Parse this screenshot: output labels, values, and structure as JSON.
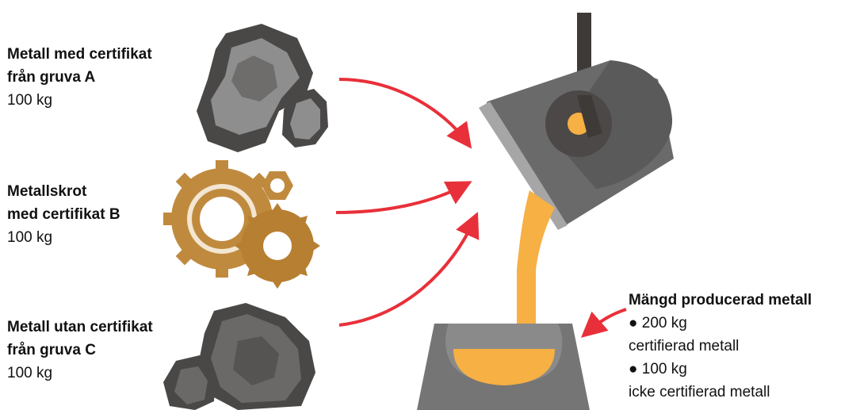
{
  "inputs": [
    {
      "title_line1": "Metall med certifikat",
      "title_line2": "från gruva A",
      "amount": "100 kg",
      "icon": "ore-rock-icon"
    },
    {
      "title_line1": "Metallskrot",
      "title_line2": "med certifikat B",
      "amount": "100 kg",
      "icon": "gears-icon"
    },
    {
      "title_line1": "Metall utan certifikat",
      "title_line2": "från gruva C",
      "amount": "100 kg",
      "icon": "ore-rock-icon"
    }
  ],
  "output": {
    "title": "Mängd producerad metall",
    "line1": "● 200 kg",
    "line2": "certifierad metall",
    "line3": "● 100 kg",
    "line4": "icke certifierad metall"
  },
  "colors": {
    "arrow": "#e8303a",
    "molten": "#f6b043",
    "ladle": "#6a6a6a",
    "crucible": "#757575",
    "rock_dark": "#4a4847",
    "rock_light": "#8e8e8e",
    "gear_bronze": "#c08a3e"
  }
}
